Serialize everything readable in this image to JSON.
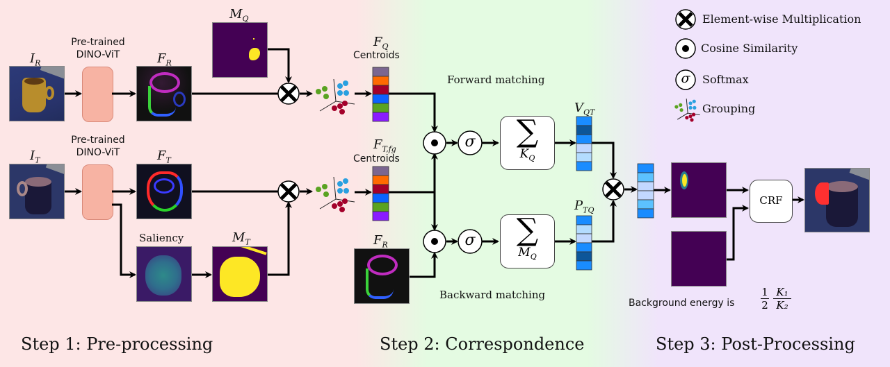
{
  "steps": {
    "step1": "Step 1: Pre-processing",
    "step2": "Step 2:  Correspondence",
    "step3": "Step 3: Post-Processing"
  },
  "preprocessing": {
    "reference_image_label": "I",
    "reference_image_sub": "R",
    "target_image_label": "I",
    "target_image_sub": "T",
    "backbone_label_line1": "Pre-trained",
    "backbone_label_line2": "DINO-ViT",
    "ref_features_label": "F",
    "ref_features_sub": "R",
    "target_features_label": "F",
    "target_features_sub": "T",
    "query_mask_label": "M",
    "query_mask_sub": "Q",
    "saliency_label": "Saliency",
    "target_mask_label": "M",
    "target_mask_sub": "T"
  },
  "correspondence": {
    "fq_label": "F",
    "fq_sub": "Q",
    "fq_caption": "Centroids",
    "ftfg_label": "F",
    "ftfg_sub": "T,fg",
    "ftfg_caption": "Centroids",
    "fr_label": "F",
    "fr_sub": "R",
    "forward_label": "Forward matching",
    "backward_label": "Backward matching",
    "sum_top_sub": "K",
    "sum_top_subsub": "Q",
    "sum_bottom_sub": "M",
    "sum_bottom_subsub": "Q",
    "sigma": "σ",
    "sum_symbol": "∑",
    "vqt_label": "V",
    "vqt_sub": "QT",
    "ptq_label": "P",
    "ptq_sub": "TQ",
    "centroid_colors": [
      "#7b6690",
      "#ff6a00",
      "#a3002a",
      "#0b62ff",
      "#5aa321",
      "#8a1cff"
    ],
    "vqt_colors": [
      "#1a8cff",
      "#0d5699",
      "#1a8cff",
      "#c2d8ff",
      "#b3dcff",
      "#1a8cff"
    ],
    "ptq_colors": [
      "#1a8cff",
      "#b3dcff",
      "#c2d8ff",
      "#1a8cff",
      "#0d5699",
      "#1a8cff"
    ]
  },
  "postprocessing": {
    "combined_colors": [
      "#1a8cff",
      "#5cc2ff",
      "#c2d8ff",
      "#c2d8ff",
      "#5cc2ff",
      "#1a8cff"
    ],
    "crf_label": "CRF",
    "background_energy_text": "Background energy is",
    "frac1_num": "1",
    "frac1_den": "2",
    "frac2_num": "K₁",
    "frac2_den": "K₂"
  },
  "legend": {
    "items": [
      {
        "icon": "element-wise-multiplication-icon",
        "label": "Element-wise Multiplication"
      },
      {
        "icon": "cosine-similarity-icon",
        "label": "Cosine Similarity"
      },
      {
        "icon": "softmax-icon",
        "label": "Softmax"
      },
      {
        "icon": "grouping-icon",
        "label": "Grouping"
      }
    ]
  },
  "colors": {
    "mask_background": "#440154",
    "mask_foreground": "#fde725",
    "dino_fill": "#f7b3a3"
  }
}
